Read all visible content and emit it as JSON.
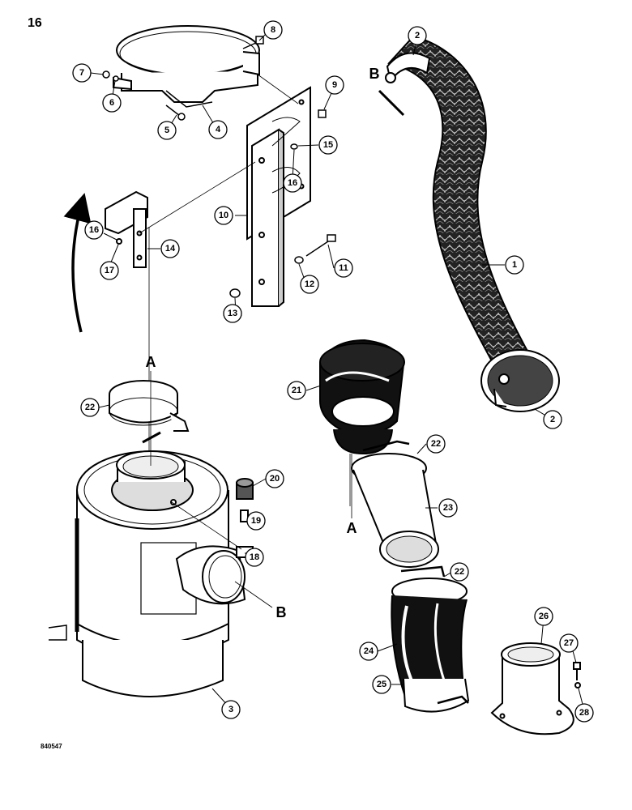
{
  "page": {
    "number": "16",
    "drawing_code": "840547"
  },
  "refs": {
    "A_top": "A",
    "A_lower": "A",
    "B_hose": "B",
    "B_body": "B"
  },
  "callouts": [
    {
      "id": "c1",
      "label": "1"
    },
    {
      "id": "c2a",
      "label": "2"
    },
    {
      "id": "c2b",
      "label": "2"
    },
    {
      "id": "c3",
      "label": "3"
    },
    {
      "id": "c4",
      "label": "4"
    },
    {
      "id": "c5",
      "label": "5"
    },
    {
      "id": "c6",
      "label": "6"
    },
    {
      "id": "c7",
      "label": "7"
    },
    {
      "id": "c8",
      "label": "8"
    },
    {
      "id": "c9",
      "label": "9"
    },
    {
      "id": "c10",
      "label": "10"
    },
    {
      "id": "c11",
      "label": "11"
    },
    {
      "id": "c12",
      "label": "12"
    },
    {
      "id": "c13",
      "label": "13"
    },
    {
      "id": "c14",
      "label": "14"
    },
    {
      "id": "c15",
      "label": "15"
    },
    {
      "id": "c16a",
      "label": "16"
    },
    {
      "id": "c16b",
      "label": "16"
    },
    {
      "id": "c17",
      "label": "17"
    },
    {
      "id": "c18",
      "label": "18"
    },
    {
      "id": "c19",
      "label": "19"
    },
    {
      "id": "c20",
      "label": "20"
    },
    {
      "id": "c21",
      "label": "21"
    },
    {
      "id": "c22a",
      "label": "22"
    },
    {
      "id": "c22b",
      "label": "22"
    },
    {
      "id": "c22c",
      "label": "22"
    },
    {
      "id": "c23",
      "label": "23"
    },
    {
      "id": "c24",
      "label": "24"
    },
    {
      "id": "c25",
      "label": "25"
    },
    {
      "id": "c26",
      "label": "26"
    },
    {
      "id": "c27",
      "label": "27"
    },
    {
      "id": "c28",
      "label": "28"
    }
  ]
}
